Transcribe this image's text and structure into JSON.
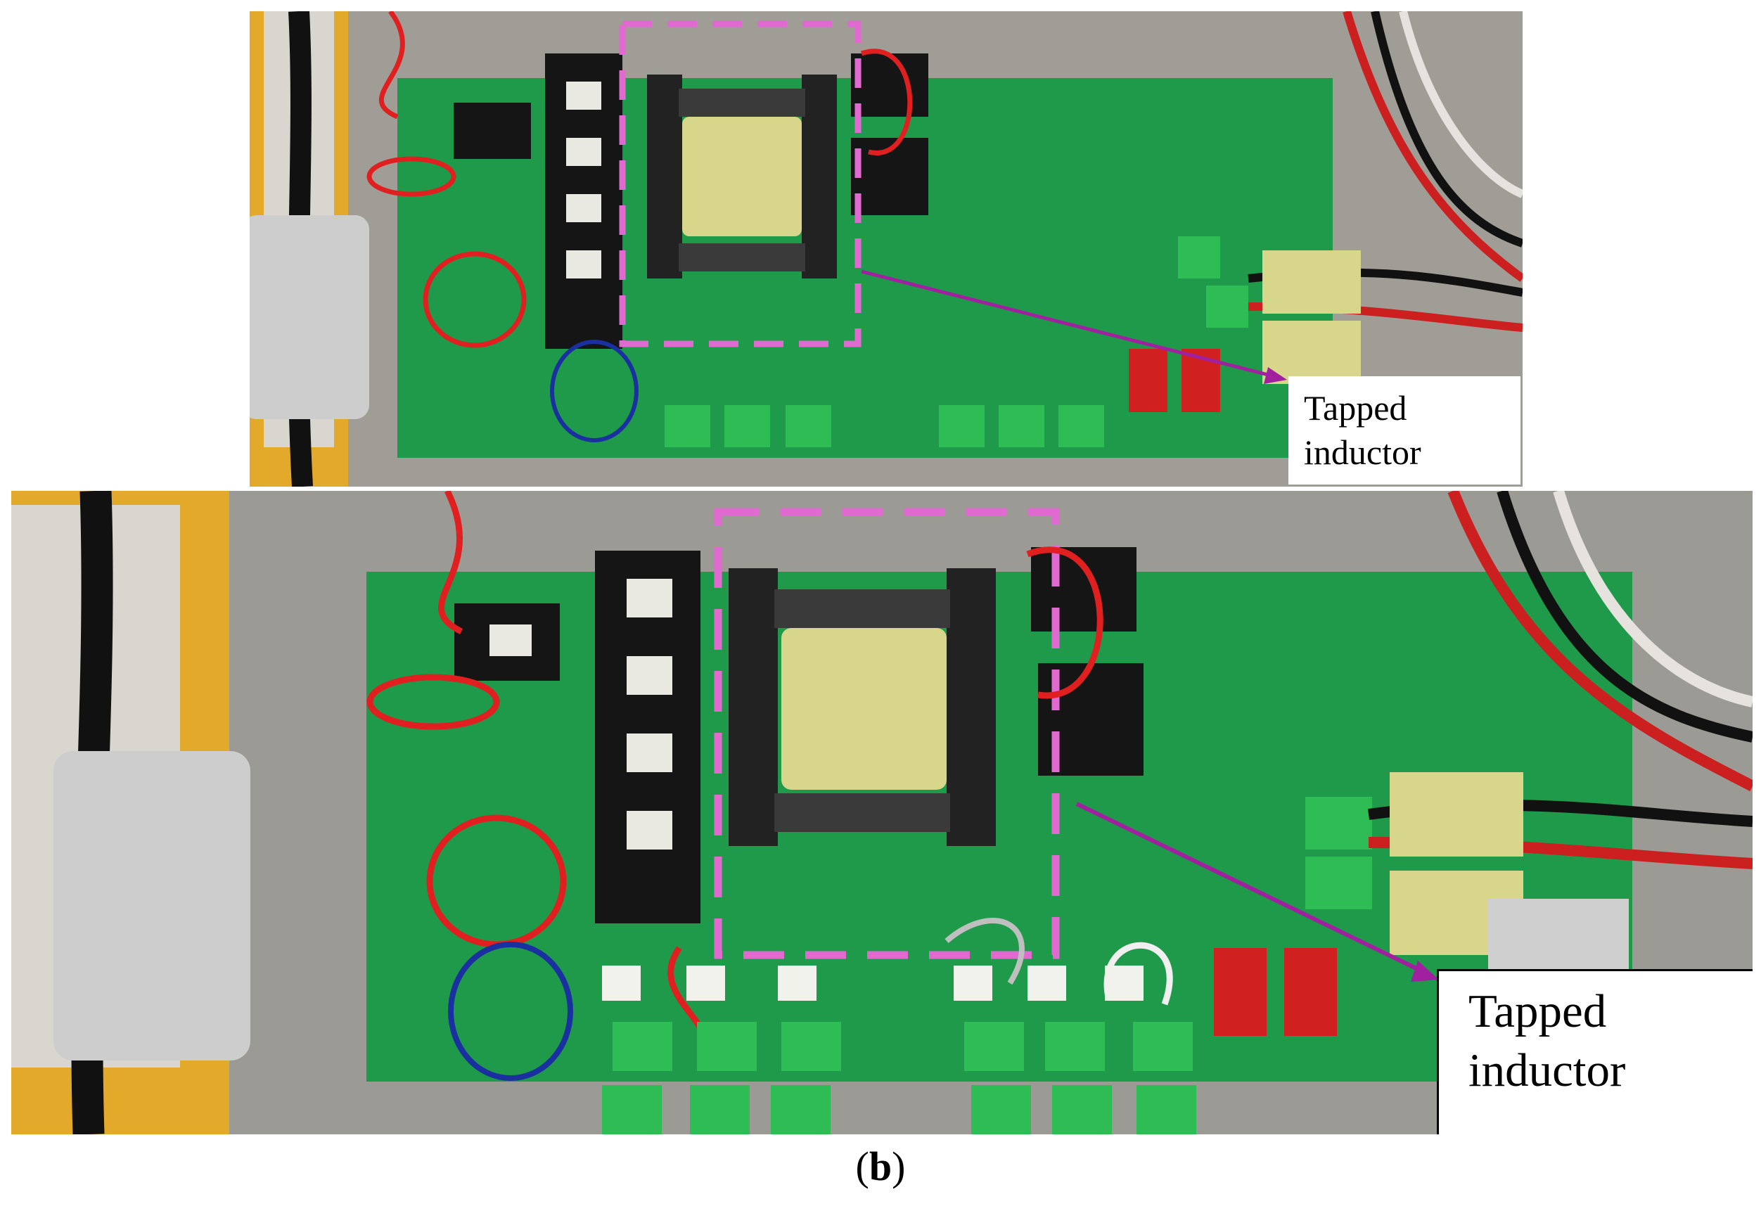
{
  "panels": [
    {
      "callout": {
        "line1": "Tapped",
        "line2": "inductor"
      }
    },
    {
      "callout": {
        "line1": "Tapped",
        "line2": "inductor"
      }
    }
  ],
  "caption": {
    "open": "(",
    "letter": "b",
    "close": ")"
  },
  "colors": {
    "pcb": "#1f9a4a",
    "highlight_box": "#e06ad0",
    "arrow": "#a020a0",
    "inductor_tape": "#d8d68a",
    "core": "#2a2a2a",
    "heatsink": "#151515",
    "terminal_block": "#2ebd55",
    "bench": "#9c9a94",
    "meter_case": "#e3a92a"
  }
}
